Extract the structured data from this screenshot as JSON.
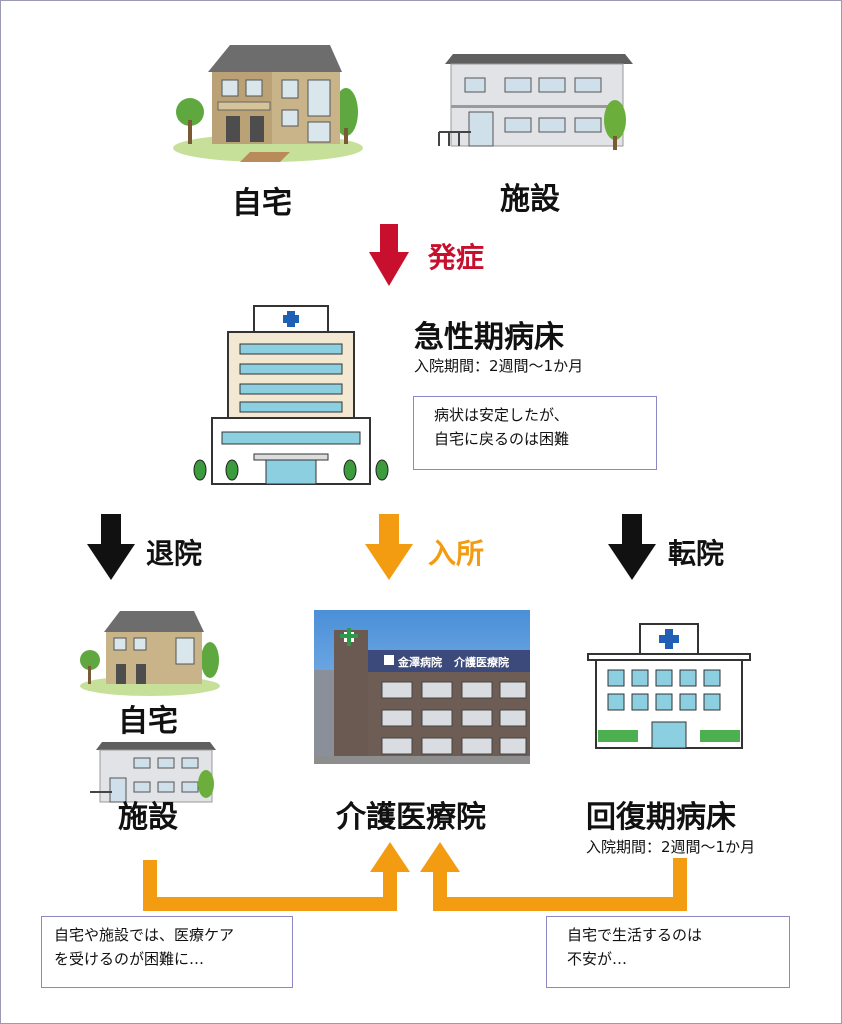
{
  "top": {
    "home_label": "自宅",
    "facility_label": "施設"
  },
  "onset": {
    "label": "発症",
    "color": "#c8102e"
  },
  "acute": {
    "title": "急性期病床",
    "period": "入院期間：2週間〜1か月",
    "note_lines": [
      "病状は安定したが、",
      "自宅に戻るのは困難"
    ]
  },
  "branches": {
    "discharge": {
      "label": "退院"
    },
    "admission": {
      "label": "入所",
      "color": "#f39c12"
    },
    "transfer": {
      "label": "転院"
    }
  },
  "left": {
    "home_label": "自宅",
    "facility_label": "施設"
  },
  "center": {
    "label": "介護医療院",
    "sign_left": "金澤病院",
    "sign_right": "介護医療院"
  },
  "right": {
    "title": "回復期病床",
    "period": "入院期間：2週間〜1か月"
  },
  "bottom_left_note": [
    "自宅や施設では、医療ケア",
    "を受けるのが困難に…"
  ],
  "bottom_right_note": [
    "自宅で生活するのは",
    "不安が…"
  ],
  "colors": {
    "arrow_black": "#111111",
    "border": "#8c88c4",
    "orange": "#f39c12",
    "red": "#c8102e"
  }
}
